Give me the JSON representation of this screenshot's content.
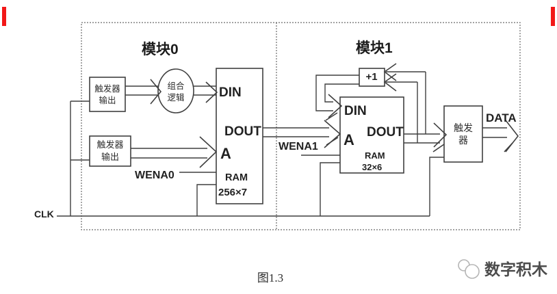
{
  "page": {
    "caption": "图1.3",
    "clk_label": "CLK"
  },
  "module0": {
    "title": "模块0",
    "ff_box1": {
      "line1": "触发器",
      "line2": "输出"
    },
    "ff_box2": {
      "line1": "触发器",
      "line2": "输出"
    },
    "logic": {
      "line1": "组合",
      "line2": "逻辑"
    },
    "ram": {
      "din": "DIN",
      "dout": "DOUT",
      "addr": "A",
      "name": "RAM",
      "size": "256×7"
    },
    "wena": "WENA0"
  },
  "module1": {
    "title": "模块1",
    "incrementer": "+1",
    "ram": {
      "din": "DIN",
      "dout": "DOUT",
      "addr": "A",
      "name": "RAM",
      "size": "32×6"
    },
    "wena": "WENA1",
    "ff_box": {
      "line1": "触发",
      "line2": "器"
    },
    "data_label": "DATA"
  },
  "watermark": {
    "brand": "数字积木"
  },
  "colors": {
    "line": "#3f3f3f",
    "dashed_border": "#6a6a6a",
    "marker_red": "#f21818",
    "watermark": "#b5b5b5"
  }
}
